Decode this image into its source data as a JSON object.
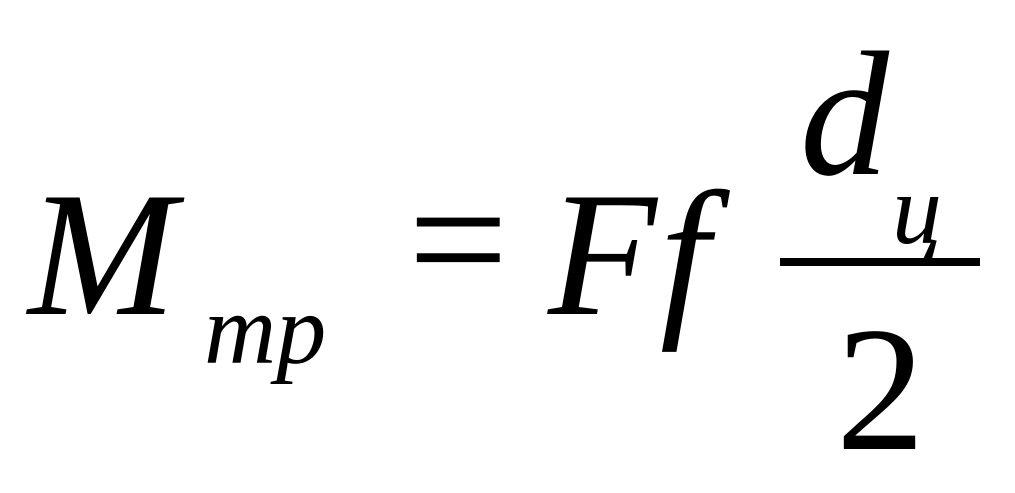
{
  "formula": {
    "lhs_symbol": "M",
    "lhs_subscript": "тр",
    "equals": "=",
    "factor_F": "F",
    "factor_f": "f",
    "numerator": "d",
    "numerator_subscript": "ц",
    "denominator": "2"
  }
}
